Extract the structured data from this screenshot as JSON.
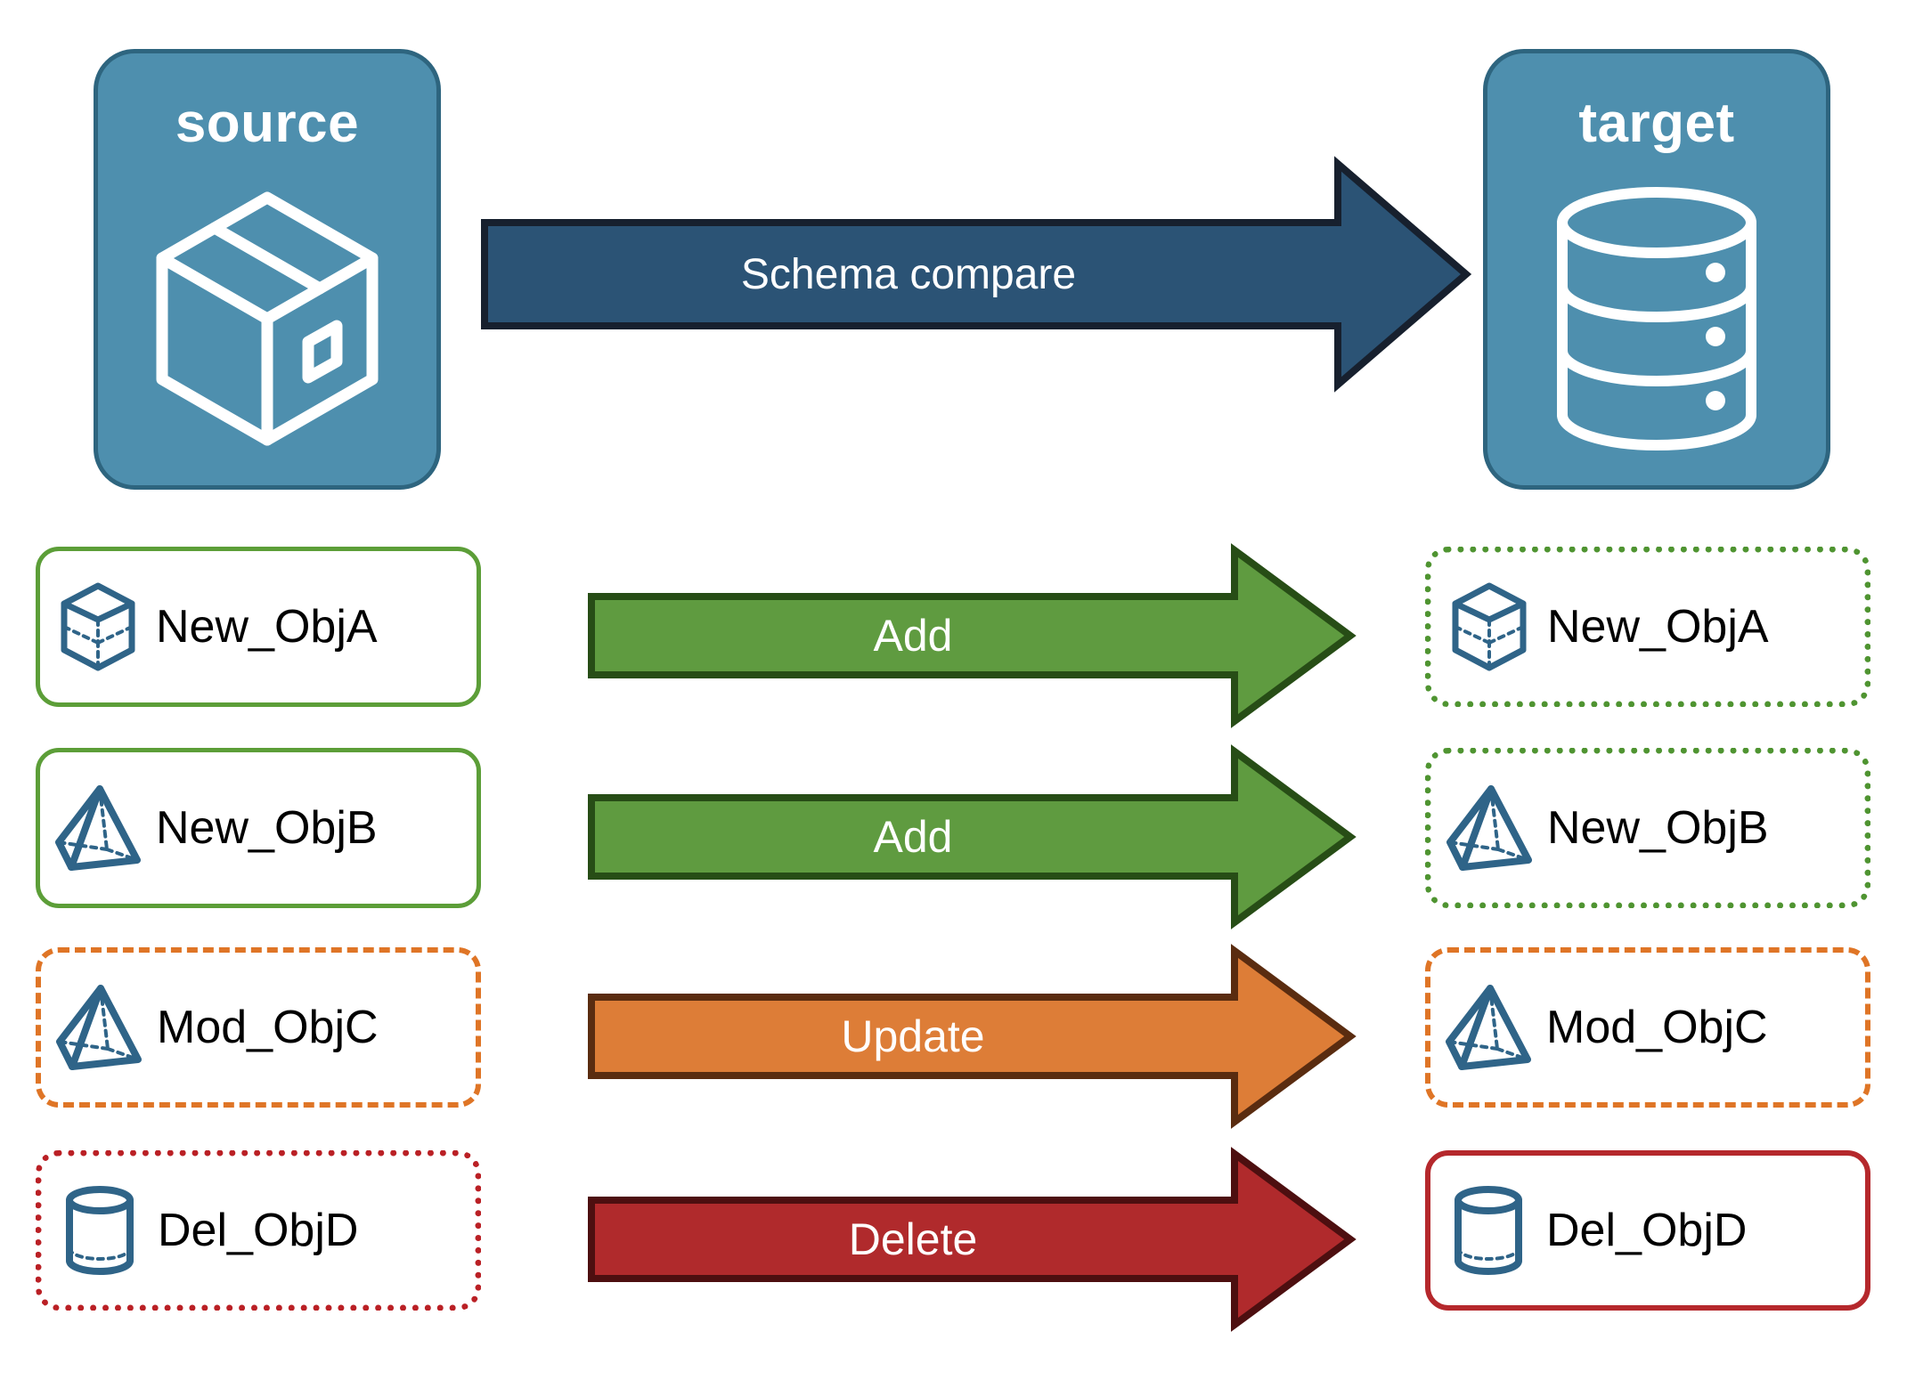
{
  "diagram": {
    "title": "Schema compare source to target",
    "endpoints": [
      {
        "id": "source",
        "label": "source",
        "icon": "package-box-icon"
      },
      {
        "id": "target",
        "label": "target",
        "icon": "database-cylinder-icon"
      }
    ],
    "main_arrow": {
      "label": "Schema compare",
      "fill": "#2b5375",
      "stroke": "#17202e",
      "direction": "right"
    },
    "rows": [
      {
        "action": "Add",
        "arrow_fill": "#5f9b40",
        "arrow_stroke": "#274d16",
        "source": {
          "name": "New_ObjA",
          "icon": "wireframe-cube-icon",
          "border_style": "solid",
          "border_color": "#5c9e38"
        },
        "target": {
          "name": "New_ObjA",
          "icon": "wireframe-cube-icon",
          "border_style": "dotted",
          "border_color": "#4f9431"
        }
      },
      {
        "action": "Add",
        "arrow_fill": "#5f9b40",
        "arrow_stroke": "#274d16",
        "source": {
          "name": "New_ObjB",
          "icon": "wireframe-pyramid-icon",
          "border_style": "solid",
          "border_color": "#5c9e38"
        },
        "target": {
          "name": "New_ObjB",
          "icon": "wireframe-pyramid-icon",
          "border_style": "dotted",
          "border_color": "#4f9431"
        }
      },
      {
        "action": "Update",
        "arrow_fill": "#dd7d37",
        "arrow_stroke": "#5a2c10",
        "source": {
          "name": "Mod_ObjC",
          "icon": "wireframe-pyramid-icon",
          "border_style": "dashed",
          "border_color": "#df7526"
        },
        "target": {
          "name": "Mod_ObjC",
          "icon": "wireframe-pyramid-icon",
          "border_style": "dashed",
          "border_color": "#df7526"
        }
      },
      {
        "action": "Delete",
        "arrow_fill": "#b02a2c",
        "arrow_stroke": "#4d0f10",
        "source": {
          "name": "Del_ObjD",
          "icon": "wireframe-cylinder-icon",
          "border_style": "dotted",
          "border_color": "#ba2025"
        },
        "target": {
          "name": "Del_ObjD",
          "icon": "wireframe-cylinder-icon",
          "border_style": "solid",
          "border_color": "#b5282c"
        }
      }
    ],
    "colors": {
      "endpoint_fill": "#4e8fae",
      "endpoint_stroke": "#2e657f",
      "icon_blue": "#2f6488",
      "background": "#ffffff"
    }
  }
}
